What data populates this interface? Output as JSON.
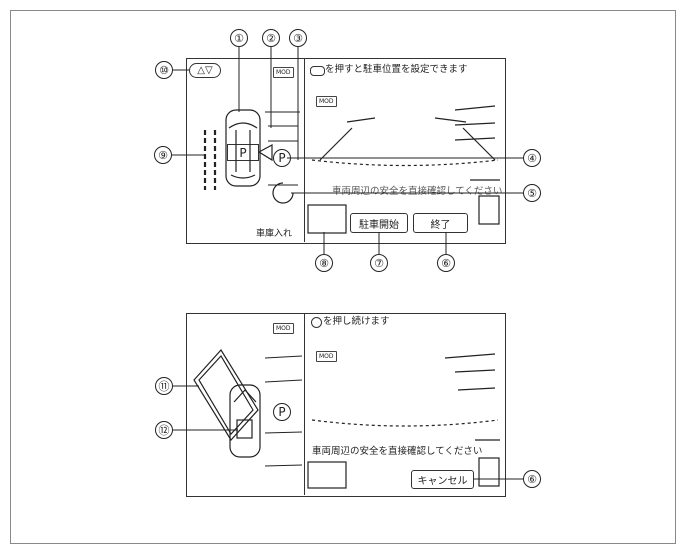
{
  "screen1": {
    "mode_icon": "MOD",
    "instruction": "を押すと駐車位置を設定できます",
    "instruction_icon": "enter-button-icon",
    "camera_mode_icon": "MOD",
    "warning_text": "車両周辺の安全を直接確認してください",
    "start_button": "駐車開始",
    "end_button": "終了",
    "mode_label": "車庫入れ",
    "toggle_button": "△▽",
    "parking_marker": "P"
  },
  "screen2": {
    "mode_icon": "MOD",
    "instruction": "を押し続けます",
    "instruction_icon": "auto-park-button-icon",
    "camera_mode_icon": "MOD",
    "warning_text": "車両周辺の安全を直接確認してください",
    "cancel_button": "キャンセル",
    "parking_marker": "P"
  },
  "callouts": [
    "①",
    "②",
    "③",
    "④",
    "⑤",
    "⑥",
    "⑦",
    "⑧",
    "⑨",
    "⑩",
    "⑪",
    "⑫"
  ]
}
